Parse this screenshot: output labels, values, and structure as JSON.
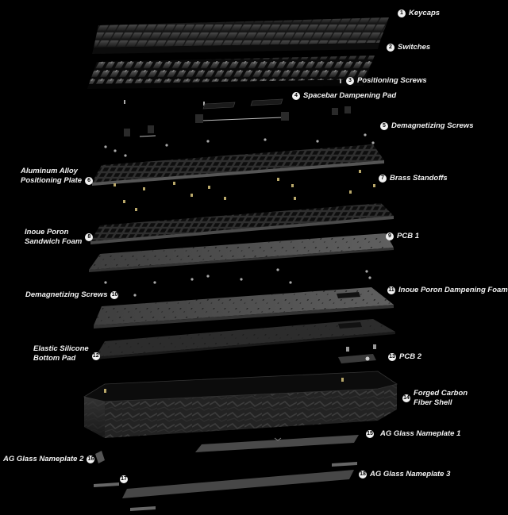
{
  "parts": [
    {
      "num": "1",
      "name": "Keycaps"
    },
    {
      "num": "2",
      "name": "Switches"
    },
    {
      "num": "3",
      "name": "Positioning Screws"
    },
    {
      "num": "4",
      "name": "Spacebar Dampening Pad"
    },
    {
      "num": "5",
      "name": "Demagnetizing Screws"
    },
    {
      "num": "6",
      "name_line1": "Aluminum Alloy",
      "name_line2": "Positioning Plate"
    },
    {
      "num": "7",
      "name": "Brass Standoffs"
    },
    {
      "num": "8",
      "name_line1": "Inoue Poron",
      "name_line2": "Sandwich Foam"
    },
    {
      "num": "9",
      "name": "PCB 1"
    },
    {
      "num": "10",
      "name": "Demagnetizing Screws"
    },
    {
      "num": "11",
      "name": "Inoue Poron Dampening Foam"
    },
    {
      "num": "12",
      "name_line1": "Elastic Silicone",
      "name_line2": "Bottom Pad"
    },
    {
      "num": "13",
      "name": "PCB 2"
    },
    {
      "num": "14",
      "name_line1": "Forged Carbon",
      "name_line2": "Fiber Shell"
    },
    {
      "num": "15",
      "name": "AG Glass Nameplate 1"
    },
    {
      "num": "16",
      "name": "AG Glass Nameplate 2"
    },
    {
      "num": "17",
      "name": ""
    },
    {
      "num": "18",
      "name": "AG Glass Nameplate 3"
    }
  ],
  "colors": {
    "background": "#000000",
    "label": "#f2f2f2",
    "keycaps": "#2b2b2b",
    "plate": "#3a3a3a",
    "foam": "#4a4a4a",
    "shell": "#262626",
    "brass": "#b9a86a"
  }
}
